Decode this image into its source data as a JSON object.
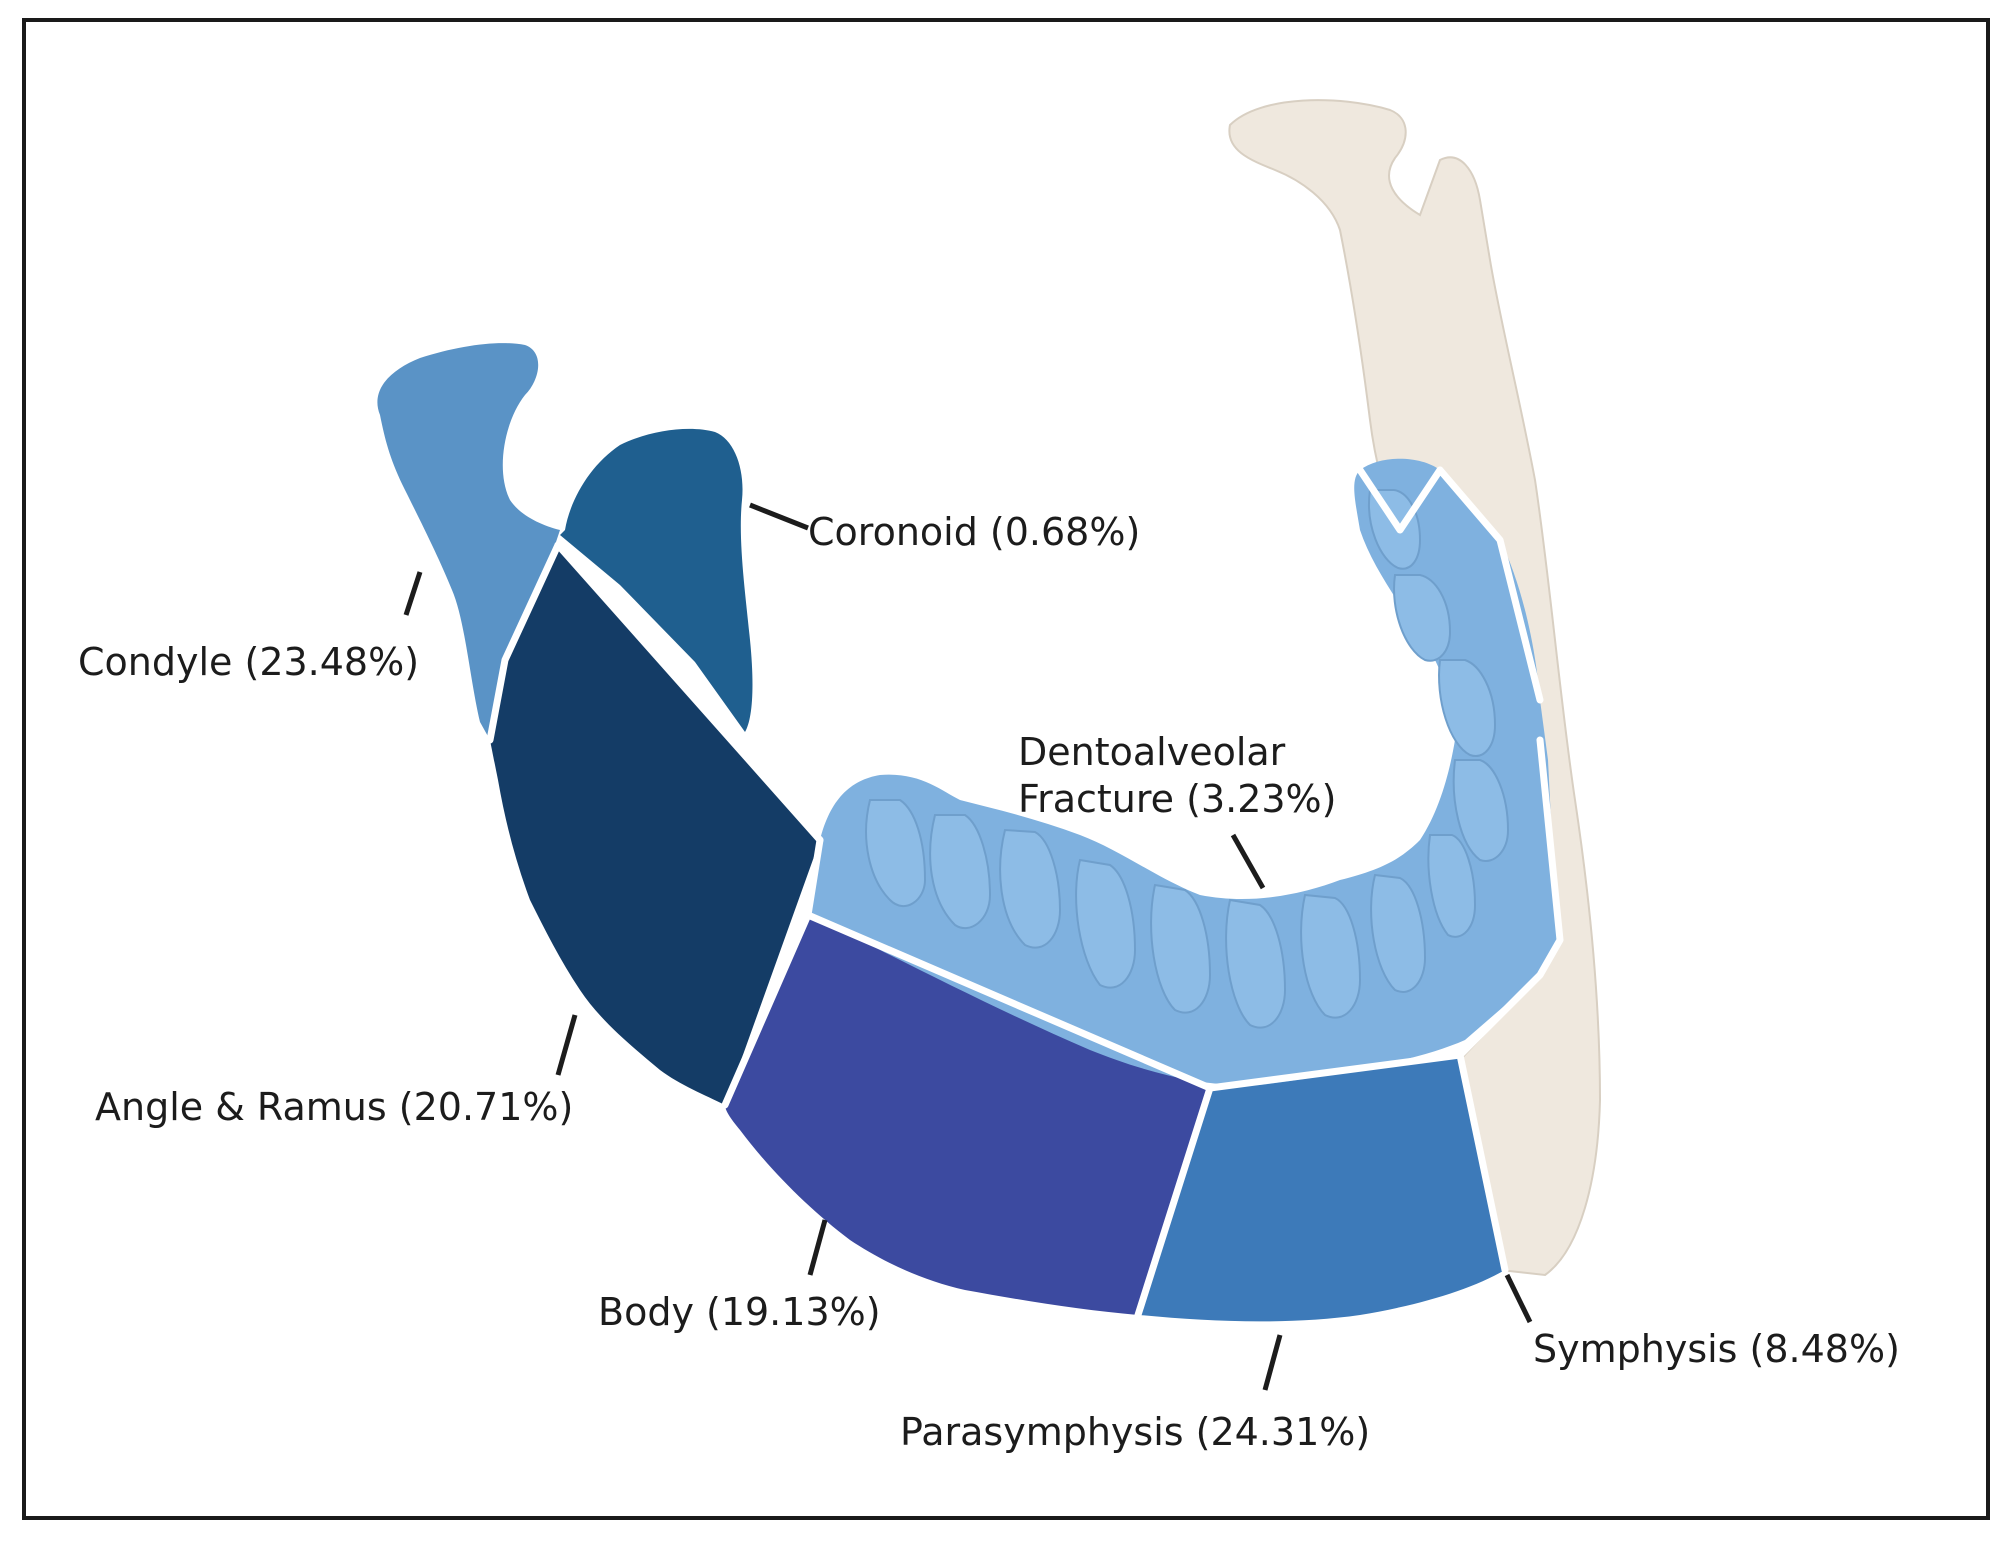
{
  "labels": {
    "coronoid": "Coronoid (0.68%)",
    "condyle": "Condyle (23.48%)",
    "dentoalveolar_line1": "Dentoalveolar",
    "dentoalveolar_line2": "Fracture (3.23%)",
    "angle_ramus": "Angle & Ramus (20.71%)",
    "body": "Body (19.13%)",
    "symphysis": "Symphysis (8.48%)",
    "parasymphysis": "Parasymphysis (24.31%)"
  },
  "region_colors": {
    "condyle": "#5a93c6",
    "coronoid": "#1f5f8f",
    "angle_ramus": "#143c66",
    "body": "#3c4aa0",
    "parasymphysis": "#3d7ab9",
    "symphysis": "#f2ece4",
    "dentoalveolar": "#7fb1df",
    "bone": "#efe8de",
    "divider": "#ffffff"
  }
}
